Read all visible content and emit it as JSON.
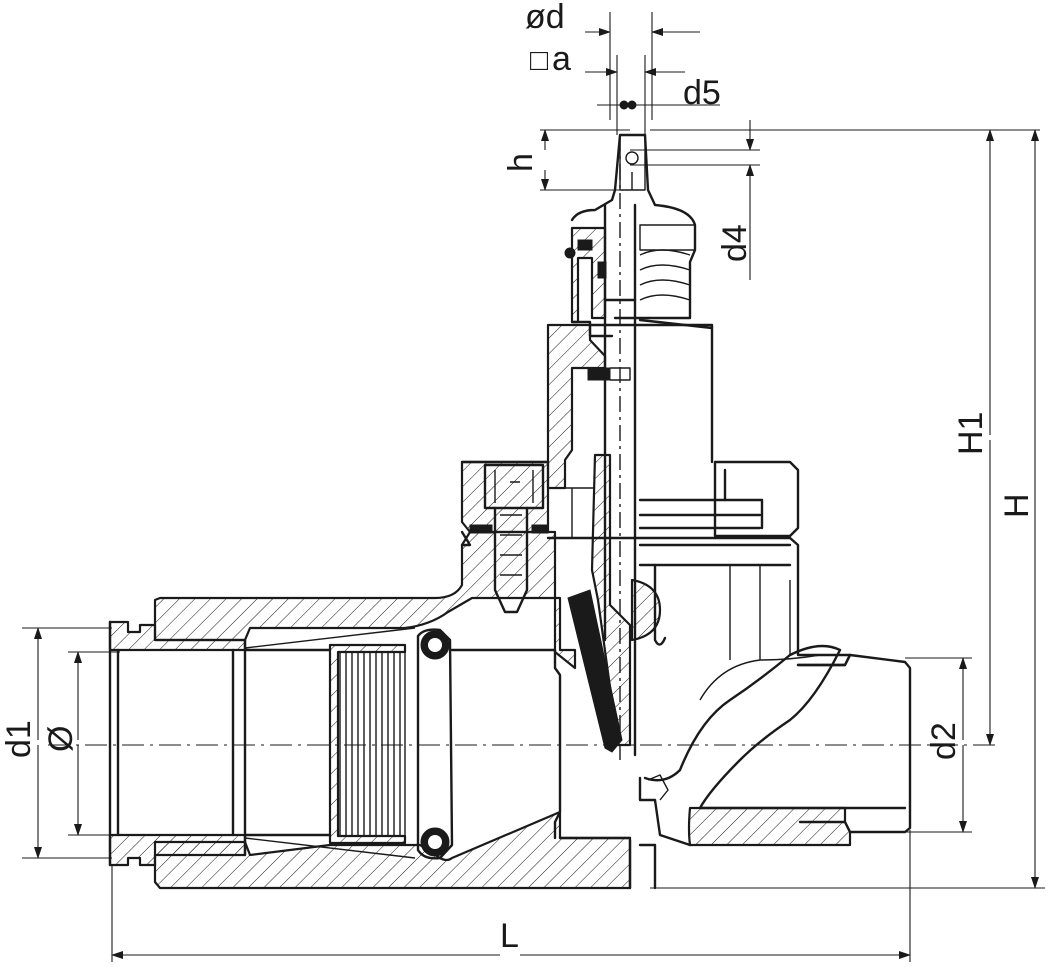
{
  "labels": {
    "od": "ød",
    "square": "□",
    "a": "a",
    "d5": "d5",
    "h": "h",
    "d4": "d4",
    "H1": "H1",
    "H": "H",
    "d1": "d1",
    "diameter": "Ø",
    "d2": "d2",
    "L": "L"
  }
}
